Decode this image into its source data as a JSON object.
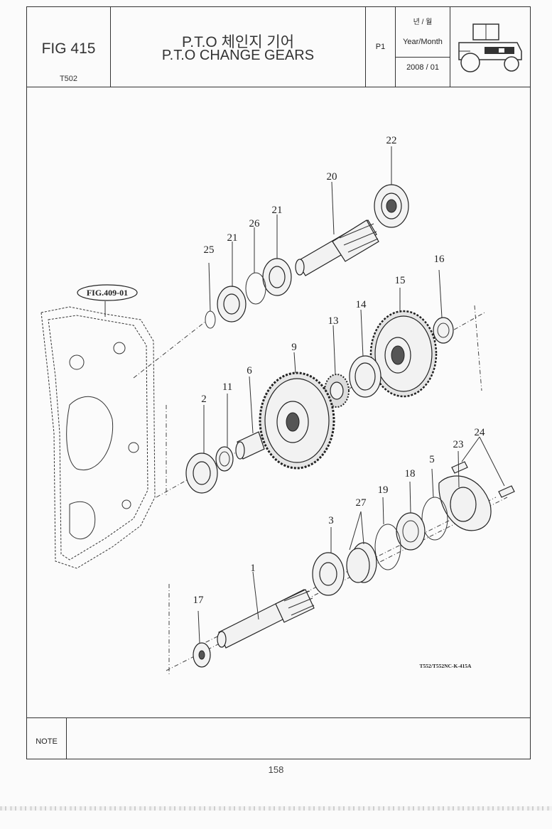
{
  "header": {
    "fig_label": "FIG 415",
    "model": "T502",
    "title_ko": "P.T.O 체인지 기어",
    "title_en": "P.T.O CHANGE GEARS",
    "page": "P1",
    "date_label_ko": "년 / 월",
    "date_label_en": "Year/Month",
    "date_value": "2008 / 01"
  },
  "diagram": {
    "reference_tag": "FIG.409-01",
    "drawing_code": "T552/T552NC-K-415A",
    "callouts": [
      "22",
      "20",
      "21",
      "26",
      "21",
      "25",
      "16",
      "15",
      "14",
      "13",
      "9",
      "6",
      "11",
      "2",
      "24",
      "23",
      "5",
      "18",
      "19",
      "27",
      "3",
      "1",
      "17"
    ]
  },
  "note": {
    "label": "NOTE"
  },
  "footer": {
    "page_number": "158"
  },
  "icons": [
    "tractor-icon"
  ]
}
